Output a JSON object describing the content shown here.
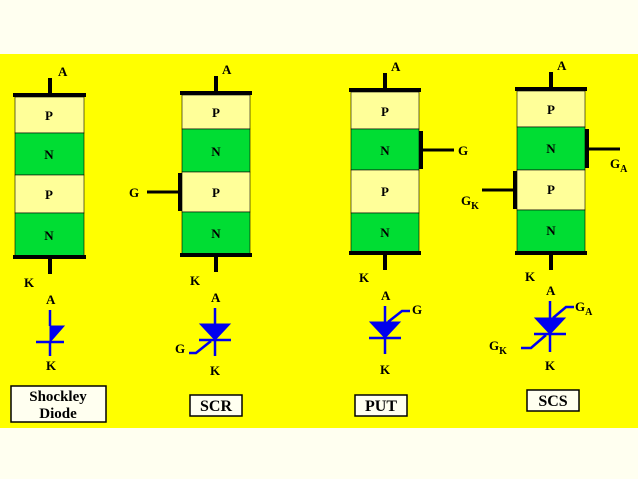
{
  "colors": {
    "page_background": "#fffff0",
    "panel_background": "#ffff00",
    "p_layer": "#ffff99",
    "n_layer": "#00dd33",
    "symbol": "#0000ee",
    "outline": "#000000"
  },
  "layer_labels": {
    "p": "P",
    "n": "N"
  },
  "devices": [
    {
      "id": "shockley",
      "anode": "A",
      "cathode": "K",
      "layers": [
        "P",
        "N",
        "P",
        "N"
      ],
      "symbol": {
        "anode": "A",
        "cathode": "K"
      },
      "caption_lines": [
        "Shockley",
        "Diode"
      ]
    },
    {
      "id": "scr",
      "anode": "A",
      "cathode": "K",
      "gate": "G",
      "layers": [
        "P",
        "N",
        "P",
        "N"
      ],
      "symbol": {
        "anode": "A",
        "cathode": "K",
        "gate": "G"
      },
      "caption_lines": [
        "SCR"
      ]
    },
    {
      "id": "put",
      "anode": "A",
      "cathode": "K",
      "gate": "G",
      "layers": [
        "P",
        "N",
        "P",
        "N"
      ],
      "symbol": {
        "anode": "A",
        "cathode": "K",
        "gate": "G"
      },
      "caption_lines": [
        "PUT"
      ]
    },
    {
      "id": "scs",
      "anode": "A",
      "cathode": "K",
      "gate_anode": {
        "main": "G",
        "sub": "A"
      },
      "gate_cathode": {
        "main": "G",
        "sub": "K"
      },
      "layers": [
        "P",
        "N",
        "P",
        "N"
      ],
      "symbol": {
        "anode": "A",
        "cathode": "K",
        "gate_anode": {
          "main": "G",
          "sub": "A"
        },
        "gate_cathode": {
          "main": "G",
          "sub": "K"
        }
      },
      "caption_lines": [
        "SCS"
      ]
    }
  ]
}
